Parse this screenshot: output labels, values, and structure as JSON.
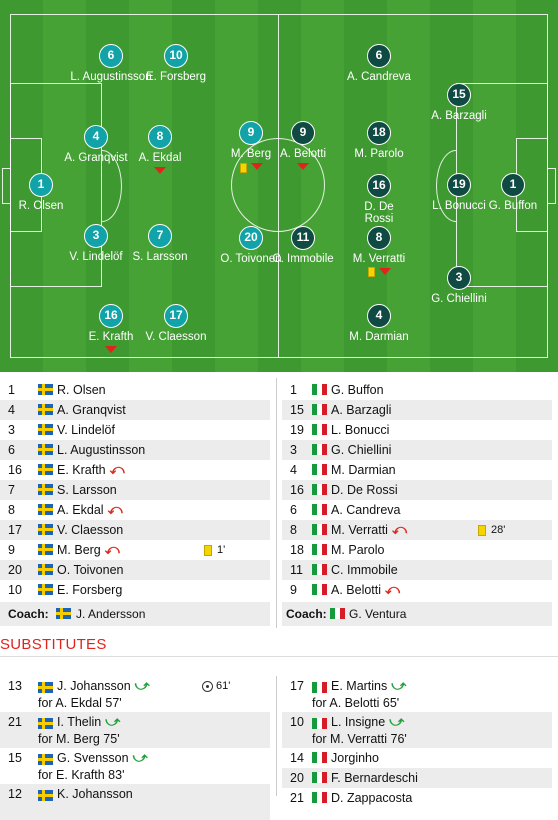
{
  "home": {
    "lineup": [
      {
        "no": "1",
        "name": "R. Olsen"
      },
      {
        "no": "4",
        "name": "A. Granqvist"
      },
      {
        "no": "3",
        "name": "V. Lindelöf"
      },
      {
        "no": "6",
        "name": "L. Augustinsson"
      },
      {
        "no": "16",
        "name": "E. Krafth",
        "subbed_off": true
      },
      {
        "no": "7",
        "name": "S. Larsson"
      },
      {
        "no": "8",
        "name": "A. Ekdal",
        "subbed_off": true
      },
      {
        "no": "17",
        "name": "V. Claesson"
      },
      {
        "no": "9",
        "name": "M. Berg",
        "subbed_off": true,
        "card": "1'"
      },
      {
        "no": "20",
        "name": "O. Toivonen"
      },
      {
        "no": "10",
        "name": "E. Forsberg"
      }
    ],
    "coach_label": "Coach:",
    "coach": "J. Andersson",
    "subs": [
      {
        "no": "13",
        "name": "J. Johansson",
        "for": "for A. Ekdal 57'",
        "goal": "61'"
      },
      {
        "no": "21",
        "name": "I. Thelin",
        "for": "for M. Berg 75'"
      },
      {
        "no": "15",
        "name": "G. Svensson",
        "for": "for E. Krafth 83'"
      },
      {
        "no": "12",
        "name": "K. Johansson",
        "for": ""
      }
    ]
  },
  "away": {
    "lineup": [
      {
        "no": "1",
        "name": "G. Buffon"
      },
      {
        "no": "15",
        "name": "A. Barzagli"
      },
      {
        "no": "19",
        "name": "L. Bonucci"
      },
      {
        "no": "3",
        "name": "G. Chiellini"
      },
      {
        "no": "4",
        "name": "M. Darmian"
      },
      {
        "no": "16",
        "name": "D. De Rossi"
      },
      {
        "no": "6",
        "name": "A. Candreva"
      },
      {
        "no": "8",
        "name": "M. Verratti",
        "subbed_off": true,
        "card": "28'"
      },
      {
        "no": "18",
        "name": "M. Parolo"
      },
      {
        "no": "11",
        "name": "C. Immobile"
      },
      {
        "no": "9",
        "name": "A. Belotti",
        "subbed_off": true
      }
    ],
    "coach_label": "Coach:",
    "coach": "G. Ventura",
    "subs": [
      {
        "no": "17",
        "name": "E. Martins",
        "for": "for A. Belotti 65'"
      },
      {
        "no": "10",
        "name": "L. Insigne",
        "for": "for M. Verratti 76'"
      },
      {
        "no": "14",
        "name": "Jorginho",
        "for": ""
      },
      {
        "no": "20",
        "name": "F. Bernardeschi",
        "for": ""
      },
      {
        "no": "21",
        "name": "D. Zappacosta",
        "for": ""
      }
    ]
  },
  "pitch": {
    "swe": [
      {
        "no": "1",
        "label": "R. Olsen"
      },
      {
        "no": "4",
        "label": "A. Granqvist"
      },
      {
        "no": "3",
        "label": "V. Lindelöf"
      },
      {
        "no": "6",
        "label": "L. Augustinsson"
      },
      {
        "no": "16",
        "label": "E. Krafth"
      },
      {
        "no": "8",
        "label": "A. Ekdal"
      },
      {
        "no": "7",
        "label": "S. Larsson"
      },
      {
        "no": "17",
        "label": "V. Claesson"
      },
      {
        "no": "10",
        "label": "E. Forsberg"
      },
      {
        "no": "9",
        "label": "M. Berg"
      },
      {
        "no": "20",
        "label": "O. Toivonen"
      }
    ],
    "ita": [
      {
        "no": "1",
        "label": "G. Buffon"
      },
      {
        "no": "19",
        "label": "L. Bonucci"
      },
      {
        "no": "15",
        "label": "A. Barzagli"
      },
      {
        "no": "3",
        "label": "G. Chiellini"
      },
      {
        "no": "6",
        "label": "A. Candreva"
      },
      {
        "no": "18",
        "label": "M. Parolo"
      },
      {
        "no": "16",
        "label": "D. De Rossi"
      },
      {
        "no": "8",
        "label": "M. Verratti"
      },
      {
        "no": "4",
        "label": "M. Darmian"
      },
      {
        "no": "9",
        "label": "A. Belotti"
      },
      {
        "no": "11",
        "label": "C. Immobile"
      }
    ]
  },
  "substitutes_title": "SUBSTITUTES",
  "colors": {
    "swe": "#11a3a8",
    "ita": "#0f4a43",
    "pitch": "#47a236",
    "accent": "#e0241b"
  }
}
